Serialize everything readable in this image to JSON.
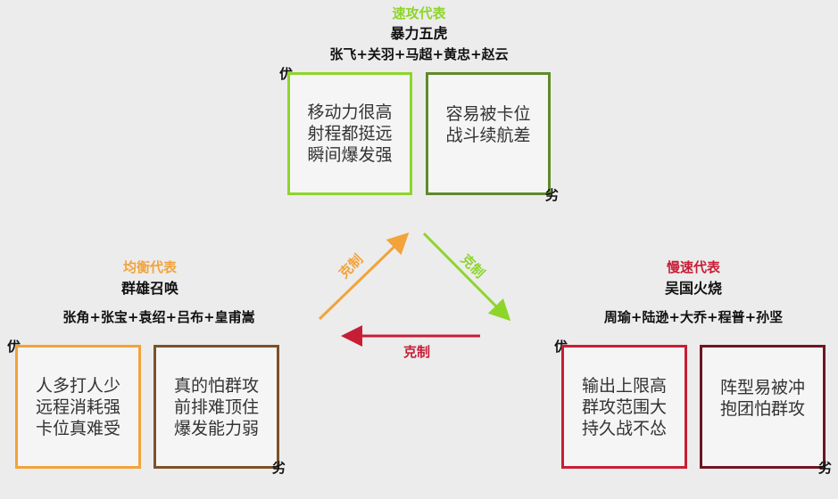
{
  "colors": {
    "speed": "#8ed52a",
    "speed_dark": "#5f8a2a",
    "balance": "#f2a33a",
    "balance_dark": "#7a5329",
    "slow": "#c81e35",
    "slow_dark": "#6e1620",
    "background": "#ececec"
  },
  "top": {
    "tag": "速攻代表",
    "title": "暴力五虎",
    "members": "张飞+关羽+马超+黄忠+赵云",
    "pros_marker": "优",
    "cons_marker": "劣",
    "pros": [
      "移动力很高",
      "射程都挺远",
      "瞬间爆发强"
    ],
    "cons": [
      "容易被卡位",
      "战斗续航差"
    ]
  },
  "left": {
    "tag": "均衡代表",
    "title": "群雄召唤",
    "members": "张角+张宝+袁绍+吕布+皇甫嵩",
    "pros_marker": "优",
    "cons_marker": "劣",
    "pros": [
      "人多打人少",
      "远程消耗强",
      "卡位真难受"
    ],
    "cons": [
      "真的怕群攻",
      "前排难顶住",
      "爆发能力弱"
    ]
  },
  "right": {
    "tag": "慢速代表",
    "title": "吴国火烧",
    "members": "周瑜+陆逊+大乔+程普+孙坚",
    "pros_marker": "优",
    "cons_marker": "劣",
    "pros": [
      "输出上限高",
      "群攻范围大",
      "持久战不怂"
    ],
    "cons": [
      "阵型易被冲",
      "抱团怕群攻"
    ]
  },
  "arrows": {
    "left_to_top": "克制",
    "top_to_right": "克制",
    "right_to_left": "克制"
  }
}
